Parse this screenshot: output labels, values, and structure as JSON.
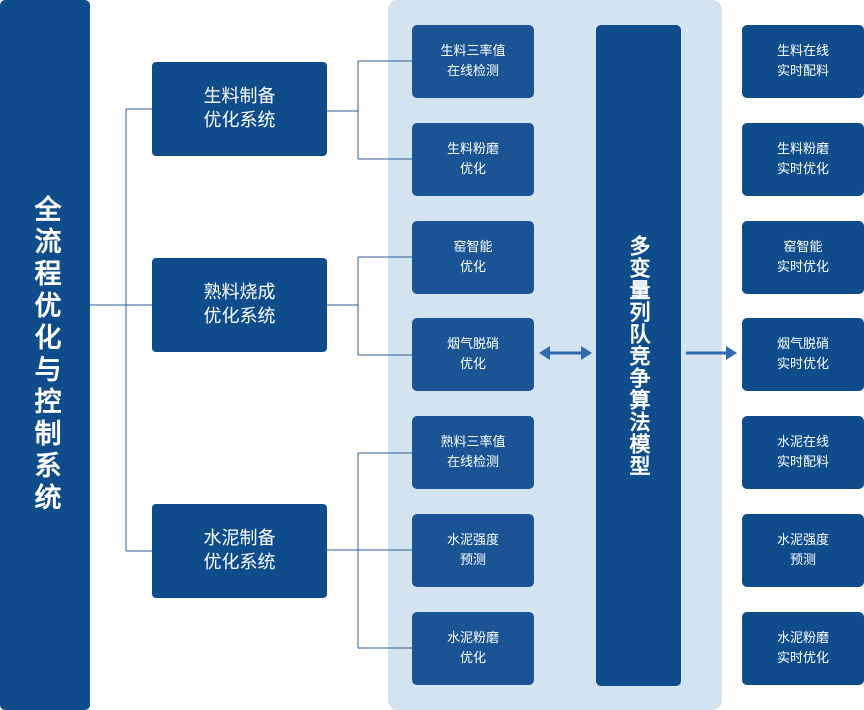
{
  "title": "全流程优化与控制系统",
  "systems": [
    {
      "label": "生料制备\n优化系统"
    },
    {
      "label": "熟料烧成\n优化系统"
    },
    {
      "label": "水泥制备\n优化系统"
    }
  ],
  "subsystems": [
    {
      "label": "生料三率值\n在线检测"
    },
    {
      "label": "生料粉磨\n优化"
    },
    {
      "label": "窑智能\n优化"
    },
    {
      "label": "烟气脱硝\n优化"
    },
    {
      "label": "熟料三率值\n在线检测"
    },
    {
      "label": "水泥强度\n预测"
    },
    {
      "label": "水泥粉磨\n优化"
    }
  ],
  "model": {
    "label": "多变量列队竞争算法模型"
  },
  "outputs": [
    {
      "label": "生料在线\n实时配料"
    },
    {
      "label": "生料粉磨\n实时优化"
    },
    {
      "label": "窑智能\n实时优化"
    },
    {
      "label": "烟气脱硝\n实时优化"
    },
    {
      "label": "水泥在线\n实时配料"
    },
    {
      "label": "水泥强度\n预测"
    },
    {
      "label": "水泥粉磨\n实时优化"
    }
  ],
  "colors": {
    "box": "#0f4c8c",
    "panel": "#d3e3f0",
    "line": "#2c5e94",
    "arrow": "#2f6bb0"
  }
}
